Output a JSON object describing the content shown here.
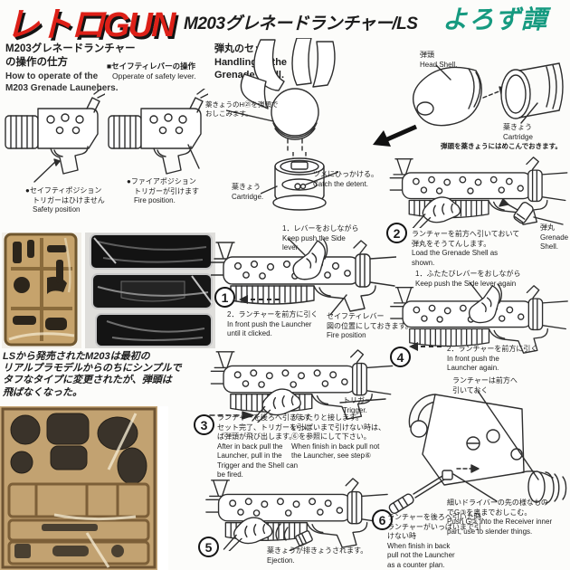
{
  "header": {
    "logo": "レトロGUN",
    "title": "M203グレネードランチャー/LS",
    "brand": "よろず譚"
  },
  "colors": {
    "logo_red": "#dd2018",
    "brand_teal": "#169a80",
    "ink": "#1c1c1c"
  },
  "left": {
    "howto_jp": "M203グレネードランチャー\nの操作の仕方",
    "howto_en": "How to operate of the\nM203 Grenade Launehers.",
    "safety_lever_jp": "■セイフティレバーの操作",
    "safety_lever_en": "Opperate of safety lever.",
    "safety_position": "●セイフティポジション\n　トリガーはひけません\n　Safety position",
    "fire_position": "●ファイアポジション\n　トリガーが引けます\n　Fire position.",
    "history_note": "LSから発売されたM203は最初の\nリアルプラモデルからのちにシンプルで\nタフなタイプに変更されたが、弾頭は\n飛ばなくなった。"
  },
  "shell": {
    "title": "弾丸のセット\nHandling of the\nGrenade Shell.",
    "push_note": "薬きょうのH㉑を弾頭で\nおしこみます。",
    "cartridge_label": "薬きょう\nCartridge.",
    "detent_label": "ツメにひっかける。\nCatch the detent.",
    "head_shell_label": "弾頭\nHead Shell.",
    "cartridge_label2": "薬きょう\nCartridge",
    "fit_note": "弾頭を薬きょうにはめこんでおきます。"
  },
  "step1": {
    "num": "1",
    "lever": "1．レバーをおしながら\nKeep push the Side\nlever.",
    "pull": "2．ランチャーを前方に引く\nIn front push the Launcher\nuntil it clicked.",
    "safety": "セイフティレバー\n図の位置にしておきます。\nFire position"
  },
  "step2": {
    "num": "2",
    "text": "ランチャーを前方へ引いておいて\n弾丸をそうてんします。\nLoad the Grenade Shell as\nshown.",
    "shell_label": "弾丸\nGrenade\nShell."
  },
  "step3": {
    "num": "3",
    "trigger_label": "トリガー\nTrigger.",
    "text": "ランチャーを後ろへ引きます\nセット完了、トリガーを引け\nば弾頭が飛び出します。\nAfter in back pull the\nLauncher, pull in the\nTrigger and the Shell can\nbe fired.",
    "note": "ぴったりと接します。\nいっぱいまで引けない時は、\n⑥を参照にして下さい。\nWhen finish in back pull not\nthe Launcher, see step⑥"
  },
  "step4": {
    "num": "4",
    "lever": "1．ふたたびレバーをおしながら\nKeep push the Side lever again",
    "pull": "2．ランチャーを前方に引く\nIn front push the\nLauncher again.",
    "note": "ランチャーは前方へ\n引いておく"
  },
  "step5": {
    "num": "5",
    "ejection": "薬きょうが排きょうされます。\nEjection."
  },
  "step6": {
    "num": "6",
    "tool_note": "細いドライバーの先の様なもの\nでG③を奥までおしこむ。\nPush G③ into the Receiver inner\npart, use to slender things.",
    "text": "ランチャーを後ろへ引いた時、\nランチャーがいっぱいまで引\nけない時\nWhen finish in back\npull not the Launcher\nas a counter plan."
  }
}
